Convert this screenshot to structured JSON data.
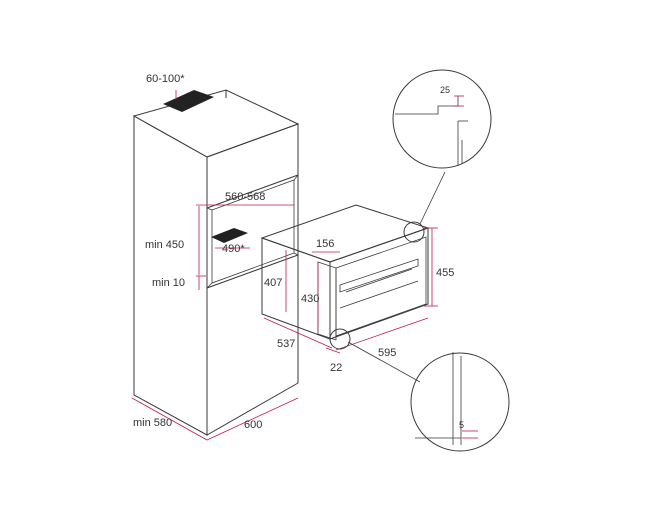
{
  "colors": {
    "dimension": "#c2185b",
    "outline": "#3a3a3a",
    "text": "#333333"
  },
  "labels": {
    "vent_top": "60-100*",
    "niche_width": "560-568",
    "min_height": "min 450",
    "vent_slot": "490*",
    "min_gap": "min 10",
    "oven_width_dim": "595",
    "oven_depth": "537",
    "front_offset": "22",
    "front_depth": "156",
    "body_height": "407",
    "inner_height": "430",
    "oven_height": "455",
    "cabinet_depth": "min 580",
    "cabinet_width": "600",
    "detail_top": "25",
    "detail_bottom": "5"
  }
}
